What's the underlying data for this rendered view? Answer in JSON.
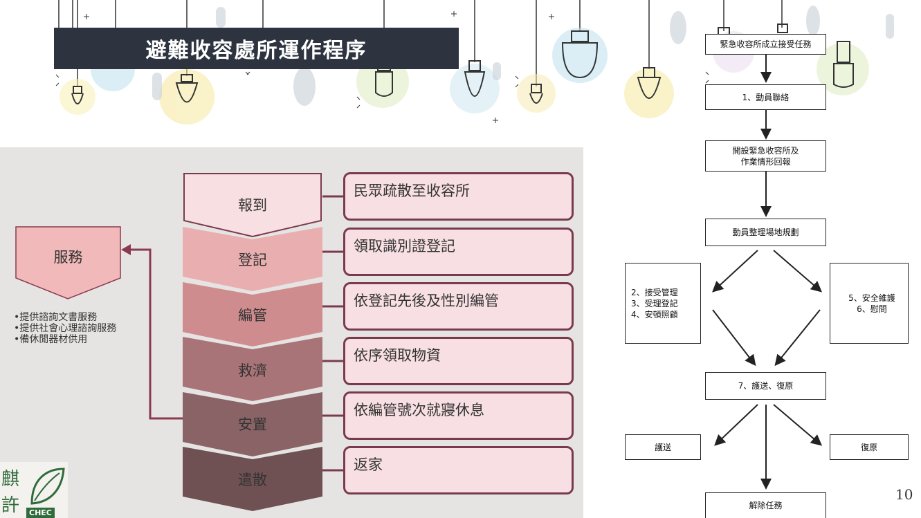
{
  "slide": {
    "title": "避難收容處所運作程序",
    "page_number": "10"
  },
  "process": {
    "steps": [
      {
        "label": "報到",
        "description": "民眾疏散至收容所",
        "color": "#f8dfe1"
      },
      {
        "label": "登記",
        "description": "領取識別證登記",
        "color": "#e9aeb0"
      },
      {
        "label": "編管",
        "description": "依登記先後及性別編管",
        "color": "#cf8c8e"
      },
      {
        "label": "救濟",
        "description": "依序領取物資",
        "color": "#a97477"
      },
      {
        "label": "安置",
        "description": "依編管號次就寢休息",
        "color": "#8a6366"
      },
      {
        "label": "遣散",
        "description": "返家",
        "color": "#6f5153"
      }
    ],
    "service": {
      "label": "服務",
      "items": [
        "提供諮詢文書服務",
        "提供社會心理諮詢服務",
        "備休閒器材供用"
      ]
    }
  },
  "logo": {
    "chars": [
      "麒",
      "許"
    ],
    "text": "CHEC"
  },
  "flowchart": {
    "start": "緊急收容所成立接受任務",
    "mobilize": "1、動員聯絡",
    "open_shelter": [
      "開設緊急收容所及",
      "作業情形回報"
    ],
    "site_planning": "動員整理場地規劃",
    "left_branch": [
      "2、接受管理",
      "3、受理登記",
      "4、安頓照顧"
    ],
    "right_branch": [
      "5、安全維護",
      "6、慰問"
    ],
    "merge": "7、護送、復原",
    "escort": "護送",
    "restore": "復原",
    "end": "解除任務"
  }
}
